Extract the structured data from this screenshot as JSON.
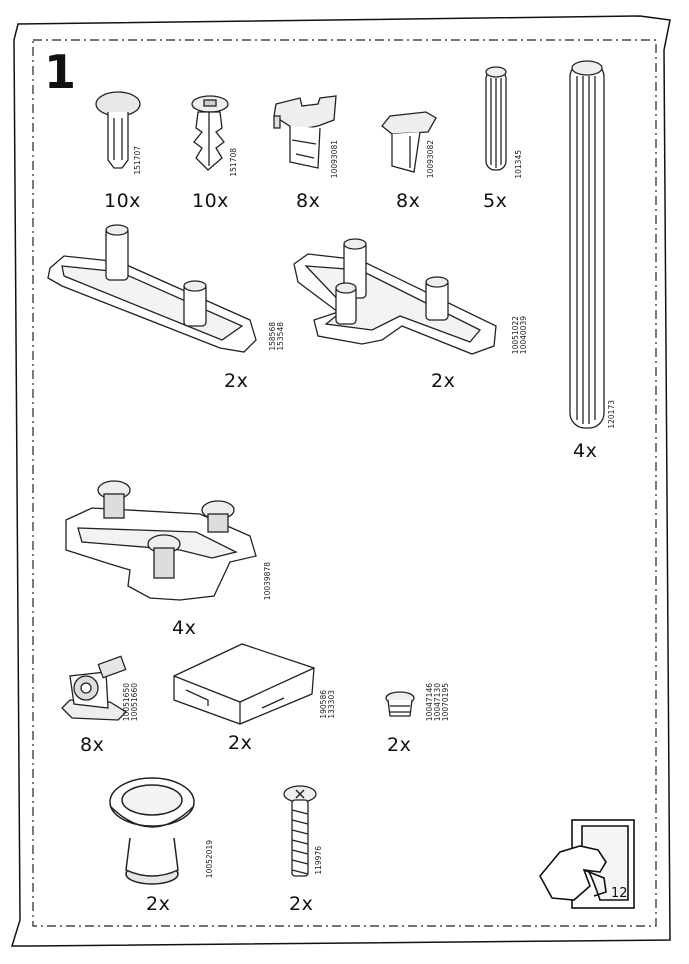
{
  "step_number": "1",
  "page_number": "12",
  "parts": [
    {
      "id": "cam-stud-dowel",
      "code": "151707",
      "qty": "10x"
    },
    {
      "id": "plastic-dowel",
      "code": "151708",
      "qty": "10x"
    },
    {
      "id": "shelf-clip-a",
      "code": "10093081",
      "qty": "8x"
    },
    {
      "id": "shelf-clip-b",
      "code": "10093082",
      "qty": "8x"
    },
    {
      "id": "wood-dowel",
      "code": "101345",
      "qty": "5x"
    },
    {
      "id": "long-rod",
      "code": "120173",
      "qty": "4x"
    },
    {
      "id": "straight-bracket",
      "code": "158568\n153548",
      "qty": "2x"
    },
    {
      "id": "cross-bracket",
      "code": "10051022\n10040039",
      "qty": "2x"
    },
    {
      "id": "hinge",
      "code": "10039878",
      "qty": "4x"
    },
    {
      "id": "cam-lock",
      "code": "10051650\n10051660",
      "qty": "8x"
    },
    {
      "id": "foot-pad",
      "code": "190586\n133303",
      "qty": "2x"
    },
    {
      "id": "bumper",
      "code": "10047146\n10047130\n10070195",
      "qty": "2x"
    },
    {
      "id": "knob",
      "code": "10052019",
      "qty": "2x"
    },
    {
      "id": "knob-screw",
      "code": "119976",
      "qty": "2x"
    }
  ],
  "icons": {
    "page-turn": "hand-turning-page-icon"
  }
}
